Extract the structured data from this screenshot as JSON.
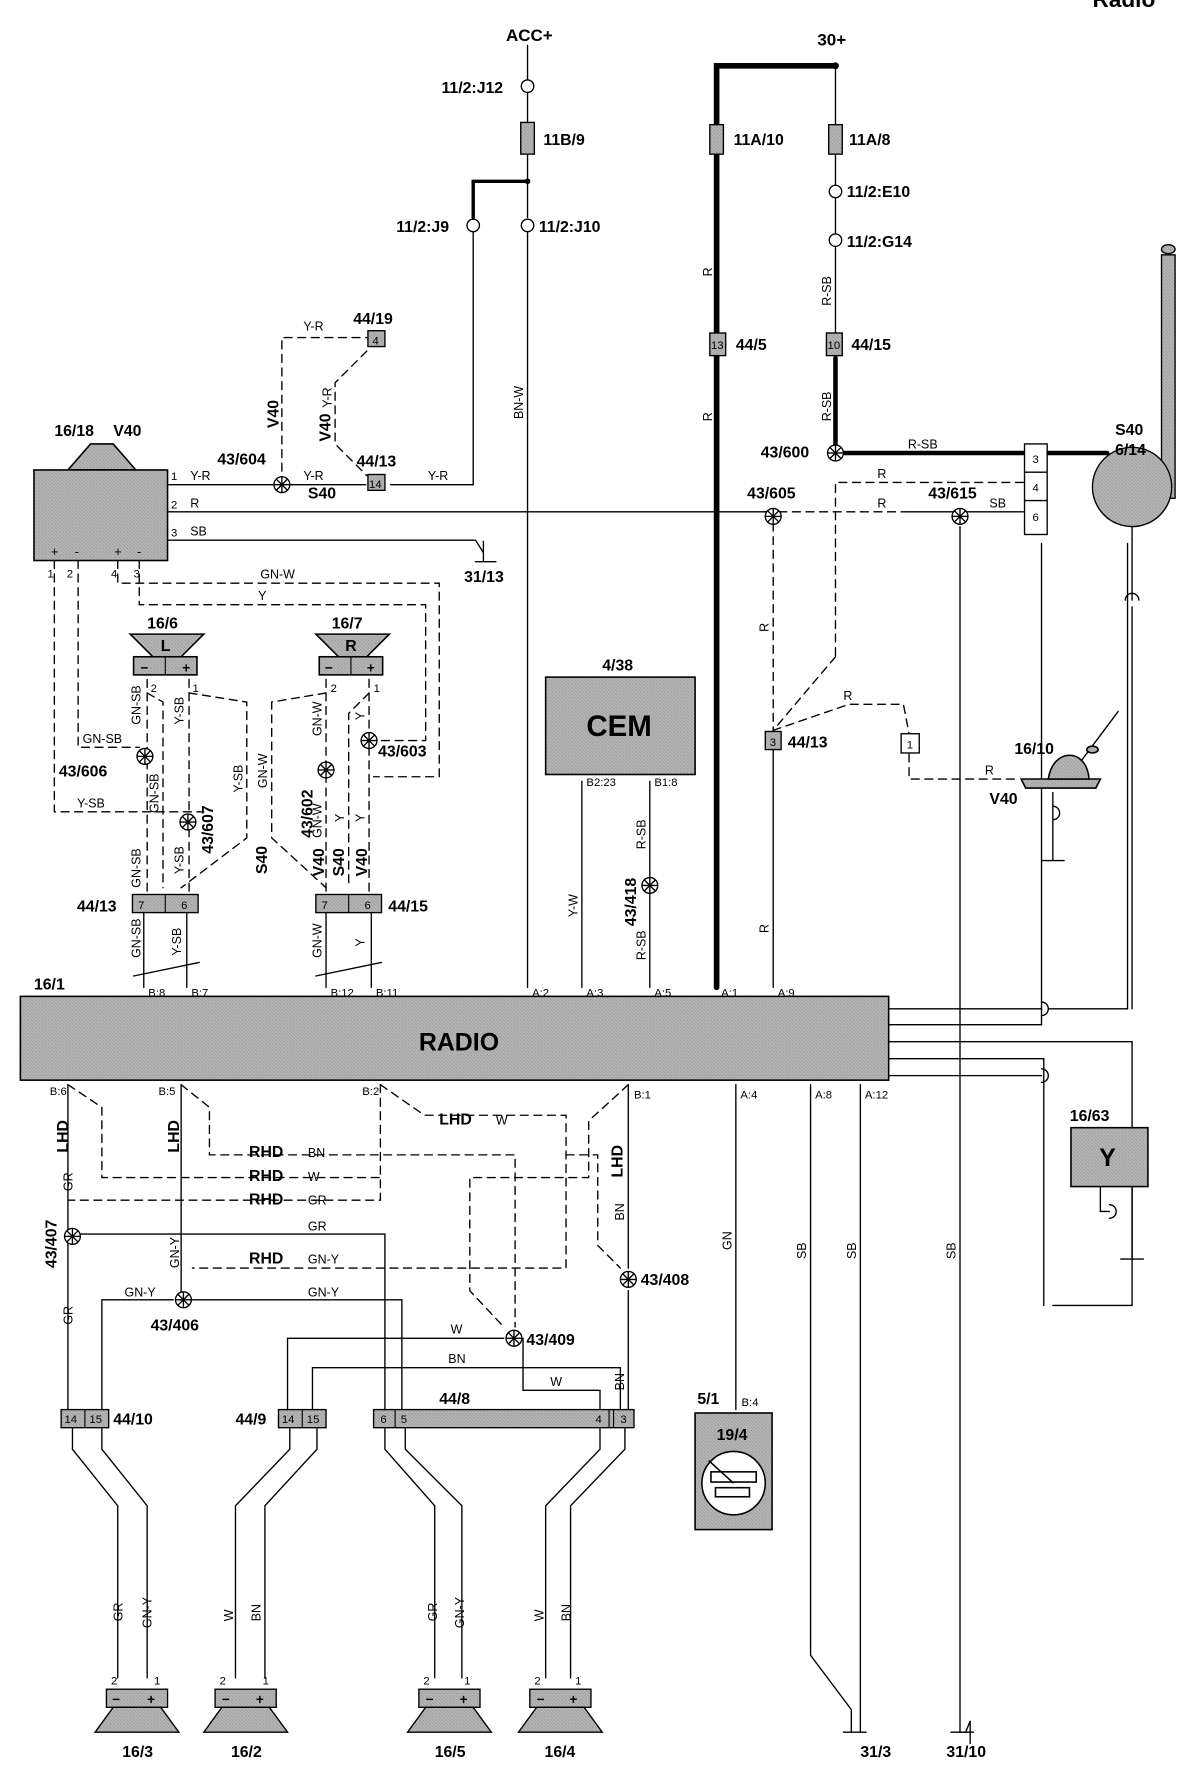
{
  "header_fragment": "Radio",
  "supplies": {
    "acc": "ACC+",
    "batt": "30+"
  },
  "fuses": {
    "f11b9": "11B/9",
    "f11a10": "11A/10",
    "f11a8": "11A/8"
  },
  "pins": {
    "j12": "11/2:J12",
    "j9": "11/2:J9",
    "j10": "11/2:J10",
    "e10": "11/2:E10",
    "g14": "11/2:G14"
  },
  "connectors": {
    "c4419": "44/19",
    "c4419_pin": "4",
    "c4413_top": "44/13",
    "c4413_top_pin": "14",
    "c445": "44/5",
    "c445_pin": "13",
    "c4415_top": "44/15",
    "c4415_top_pin": "10",
    "c4413_right": "44/13",
    "c4413_right_pin": "3",
    "relay_pin": "1",
    "c4413_mid": "44/13",
    "c4413_mid_p1": "7",
    "c4413_mid_p2": "6",
    "c4415_mid": "44/15",
    "c4415_mid_p1": "7",
    "c4415_mid_p2": "6",
    "c4410": "44/10",
    "c4410_p1": "14",
    "c4410_p2": "15",
    "c449": "44/9",
    "c449_p1": "14",
    "c449_p2": "15",
    "c448": "44/8",
    "c448_p1": "6",
    "c448_p2": "5",
    "c448_p3": "4",
    "c448_p4": "3",
    "antenna_amp_pins": [
      "3",
      "4",
      "6"
    ]
  },
  "splices": {
    "s604": "43/604",
    "s600": "43/600",
    "s605": "43/605",
    "s615": "43/615",
    "s606": "43/606",
    "s607": "43/607",
    "s602": "43/602",
    "s603": "43/603",
    "s418": "43/418",
    "s407": "43/407",
    "s406": "43/406",
    "s408": "43/408",
    "s409": "43/409"
  },
  "components": {
    "amp_id": "16/18",
    "amp_variant": "V40",
    "amp_pins_right": [
      "1",
      "2",
      "3"
    ],
    "amp_pins_bottom": [
      "1",
      "2",
      "4",
      "3"
    ],
    "amp_signs": [
      "+",
      "-",
      "+",
      "-"
    ],
    "spk_l_id": "16/6",
    "spk_l_letter": "L",
    "spk_r_id": "16/7",
    "spk_r_letter": "R",
    "spk_pin_minus": "2",
    "spk_pin_plus": "1",
    "cem_id": "4/38",
    "cem_label": "CEM",
    "cem_pin1": "B2:23",
    "cem_pin2": "B1:8",
    "radio_id": "16/1",
    "radio_label": "RADIO",
    "antenna_id_line1": "S40",
    "antenna_id_line2": "6/14",
    "v40_antenna_id": "16/10",
    "v40_antenna_variant": "V40",
    "tv_ant_id": "16/63",
    "cluster_loc": "5/1",
    "cluster_id": "19/4",
    "cluster_pin": "B:4",
    "spk_16_3": "16/3",
    "spk_16_2": "16/2",
    "spk_16_5": "16/5",
    "spk_16_4": "16/4",
    "ground_31_13": "31/13",
    "ground_31_3": "31/3",
    "ground_31_10": "31/10"
  },
  "radio_pins": {
    "top": [
      "B:8",
      "B:7",
      "B:12",
      "B:11",
      "A:2",
      "A:3",
      "A:5",
      "A:1",
      "A:9"
    ],
    "bottom": [
      "B:6",
      "B:5",
      "B:2",
      "B:1",
      "A:4",
      "A:8",
      "A:12"
    ]
  },
  "variants": {
    "v40": "V40",
    "s40": "S40",
    "lhd": "LHD",
    "rhd": "RHD"
  },
  "wires": {
    "y_r": "Y-R",
    "r": "R",
    "sb": "SB",
    "gn_w": "GN-W",
    "y": "Y",
    "gn_sb": "GN-SB",
    "y_sb": "Y-SB",
    "bn_w": "BN-W",
    "r_sb": "R-SB",
    "y_w": "Y-W",
    "gr": "GR",
    "gn_y": "GN-Y",
    "bn": "BN",
    "w": "W",
    "gn": "GN"
  }
}
